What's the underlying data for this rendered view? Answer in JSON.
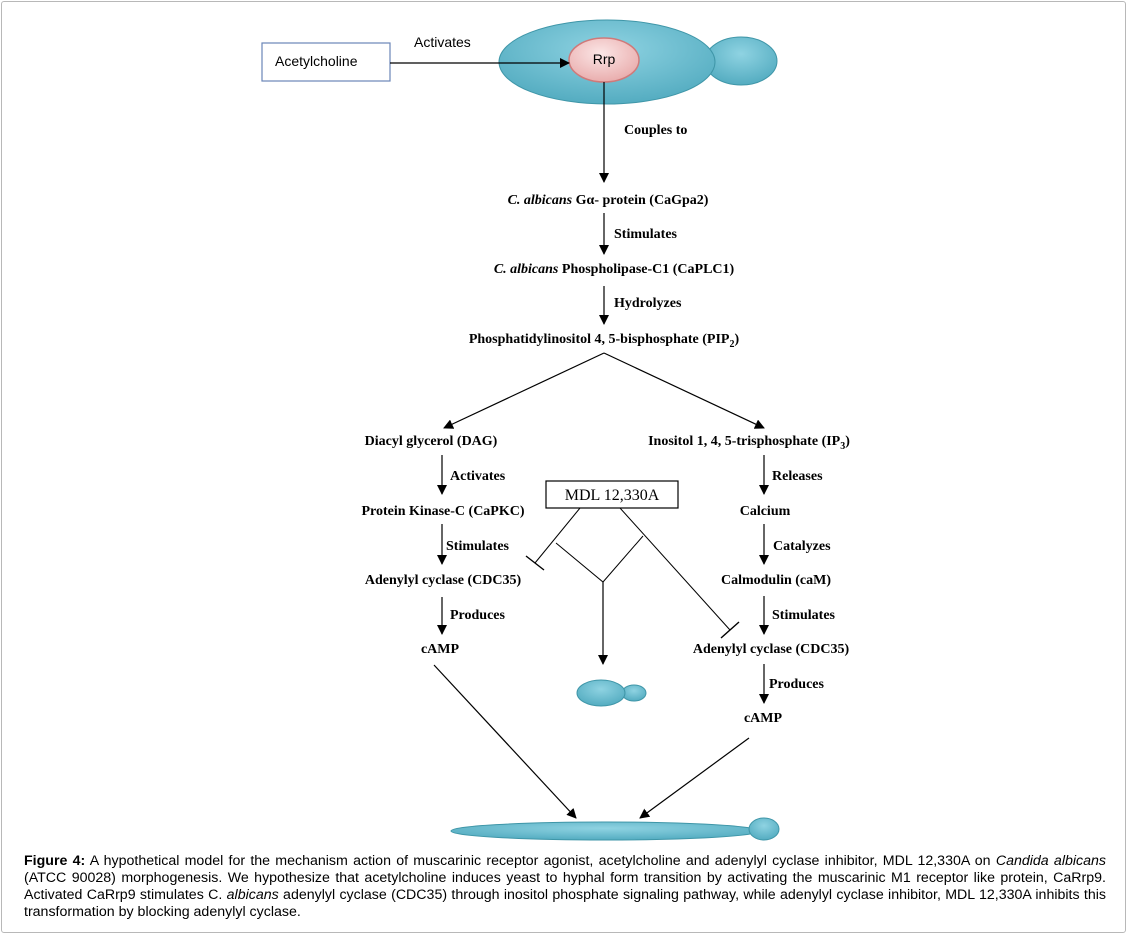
{
  "diagram": {
    "acetylcholine_box": "Acetylcholine",
    "activates_top": "Activates",
    "rrp": "Rrp",
    "couples_to": "Couples to",
    "gprotein": {
      "italic": "C. albicans",
      "rest": " Gα- protein (CaGpa2)"
    },
    "stimulates_1": "Stimulates",
    "plc": {
      "italic": "C. albicans",
      "rest": " Phospholipase-C1 (CaPLC1)"
    },
    "hydrolyzes": "Hydrolyzes",
    "pip2": {
      "main": "Phosphatidylinositol 4, 5-bisphosphate (PIP",
      "sub": "2",
      "end": ")"
    },
    "left_branch": {
      "dag": "Diacyl glycerol (DAG)",
      "activates": "Activates",
      "pkc": "Protein Kinase-C (CaPKC)",
      "stimulates": "Stimulates",
      "adenylyl": "Adenylyl cyclase (CDC35)",
      "produces": "Produces",
      "camp": "cAMP"
    },
    "right_branch": {
      "ip3": {
        "main": "Inositol 1, 4, 5-trisphosphate (IP",
        "sub": "3",
        "end": ")"
      },
      "releases": "Releases",
      "calcium": "Calcium",
      "catalyzes": "Catalyzes",
      "calmodulin": "Calmodulin (caM)",
      "stimulates": "Stimulates",
      "adenylyl": "Adenylyl cyclase (CDC35)",
      "produces": "Produces",
      "camp": "cAMP"
    },
    "inhibitor_box": "MDL 12,330A",
    "colors": {
      "cell_fill": "#5cb8cc",
      "cell_stroke": "#3f96a8",
      "receptor_fill": "#f3c6c6",
      "receptor_stroke": "#cf7a7a"
    }
  },
  "caption": {
    "label": "Figure 4:",
    "part1": " A hypothetical model for the mechanism action of muscarinic receptor agonist, acetylcholine and adenylyl cyclase inhibitor, MDL 12,330A on ",
    "italic1": "Candida albicans",
    "part2": " (ATCC 90028) morphogenesis. We hypothesize that acetylcholine induces yeast to hyphal form transition by activating the muscarinic M1 receptor like protein, CaRrp9. Activated CaRrp9 stimulates C. ",
    "italic2": "albicans",
    "part3": " adenylyl cyclase (CDC35) through inositol phosphate signaling pathway, while adenylyl cyclase inhibitor, MDL 12,330A inhibits this transformation by blocking adenylyl cyclase."
  }
}
